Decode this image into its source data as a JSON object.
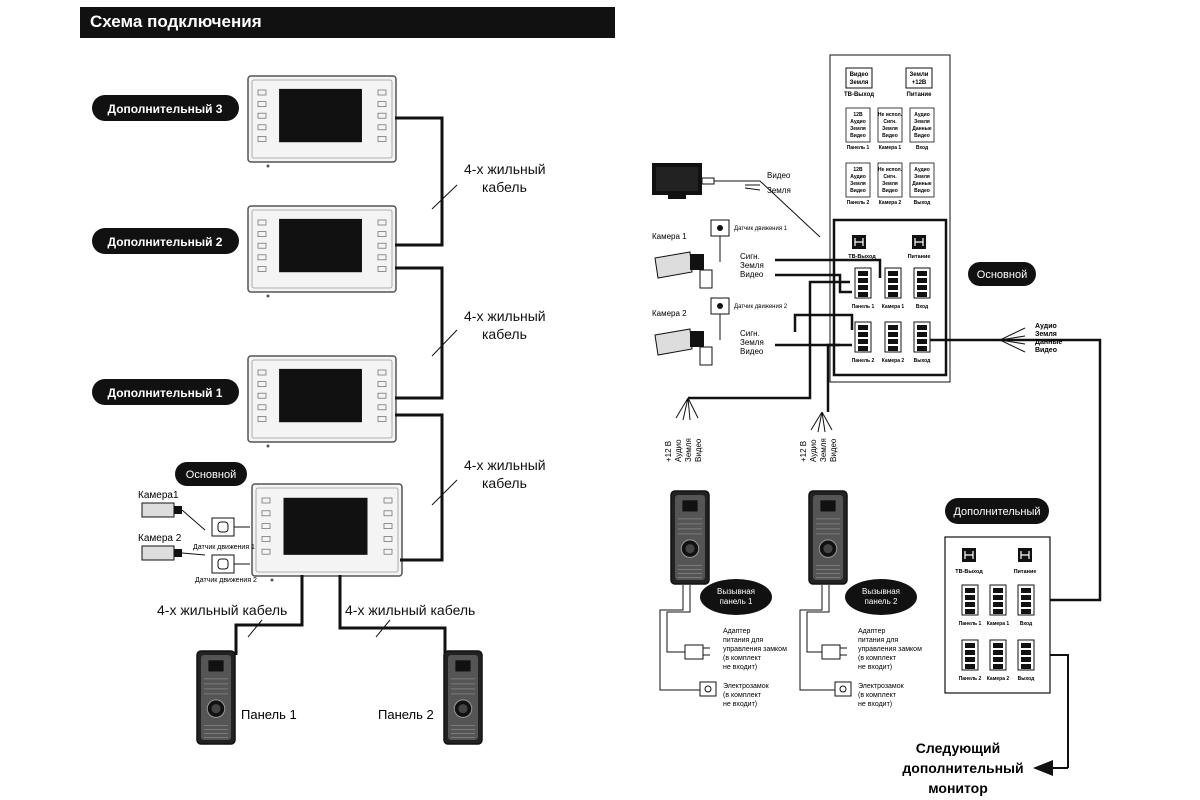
{
  "title": "Схема подключения",
  "left": {
    "monitors": [
      {
        "name": "Дополнительный 3"
      },
      {
        "name": "Дополнительный 2"
      },
      {
        "name": "Дополнительный 1"
      }
    ],
    "main_label": "Основной",
    "cable_label_line1": "4-х жильный",
    "cable_label_line2": "кабель",
    "cable_label_full": "4-х жильный кабель",
    "camera1": "Камера1",
    "camera2": "Камера 2",
    "motion1": "Датчик движения 1",
    "motion2": "Датчик движения 2",
    "panel1": "Панель 1",
    "panel2": "Панель 2"
  },
  "right": {
    "box_top": {
      "tv_video": "Видео",
      "tv_ground": "Земля",
      "tv_out": "ТВ-Выход",
      "pwr_ground": "Земли",
      "pwr_12": "+12В",
      "pwr": "Питание",
      "row1": [
        {
          "lines": [
            "12В",
            "Аудио",
            "Земля",
            "Видео"
          ],
          "label": "Панель 1"
        },
        {
          "lines": [
            "Не испол.",
            "Сигн.",
            "Земля",
            "Видео"
          ],
          "label": "Камера 1"
        },
        {
          "lines": [
            "Аудио",
            "Земля",
            "Данные",
            "Видео"
          ],
          "label": "Вход"
        }
      ],
      "row2": [
        {
          "lines": [
            "12В",
            "Аудио",
            "Земля",
            "Видео"
          ],
          "label": "Панель 2"
        },
        {
          "lines": [
            "Не испол.",
            "Сигн.",
            "Земля",
            "Видео"
          ],
          "label": "Камера 2"
        },
        {
          "lines": [
            "Аудио",
            "Земля",
            "Данные",
            "Видео"
          ],
          "label": "Выход"
        }
      ]
    },
    "main_label": "Основной",
    "tv_wires": [
      "Видео",
      "Земля"
    ],
    "camera1": "Камера 1",
    "camera2": "Камера 2",
    "motion1": "Датчик движения 1",
    "motion2": "Датчик движения 2",
    "cam_wires": [
      "Сигн.",
      "Земля",
      "Видео"
    ],
    "box_labels": {
      "tv_out": "ТВ-Выход",
      "power": "Питание",
      "panel1": "Панель 1",
      "camera1": "Камера 1",
      "input": "Вход",
      "panel2": "Панель 2",
      "camera2": "Камера 2",
      "output": "Выход"
    },
    "link_wires": [
      "Аудио",
      "Земля",
      "Данные",
      "Видео"
    ],
    "panel_wires": [
      "+12 В",
      "Аудио",
      "Земля",
      "Видео"
    ],
    "call_panel1": [
      "Вызывная",
      "панель 1"
    ],
    "call_panel2": [
      "Вызывная",
      "панель 2"
    ],
    "adapter": [
      "Адаптер",
      "питания для",
      "управления замком",
      "(в комплект",
      "не входит)"
    ],
    "lock": [
      "Электрозамок",
      "(в комплект",
      "не входит)"
    ],
    "additional_label": "Дополнительный",
    "next_monitor": [
      "Следующий",
      "дополнительный",
      "монитор"
    ]
  }
}
